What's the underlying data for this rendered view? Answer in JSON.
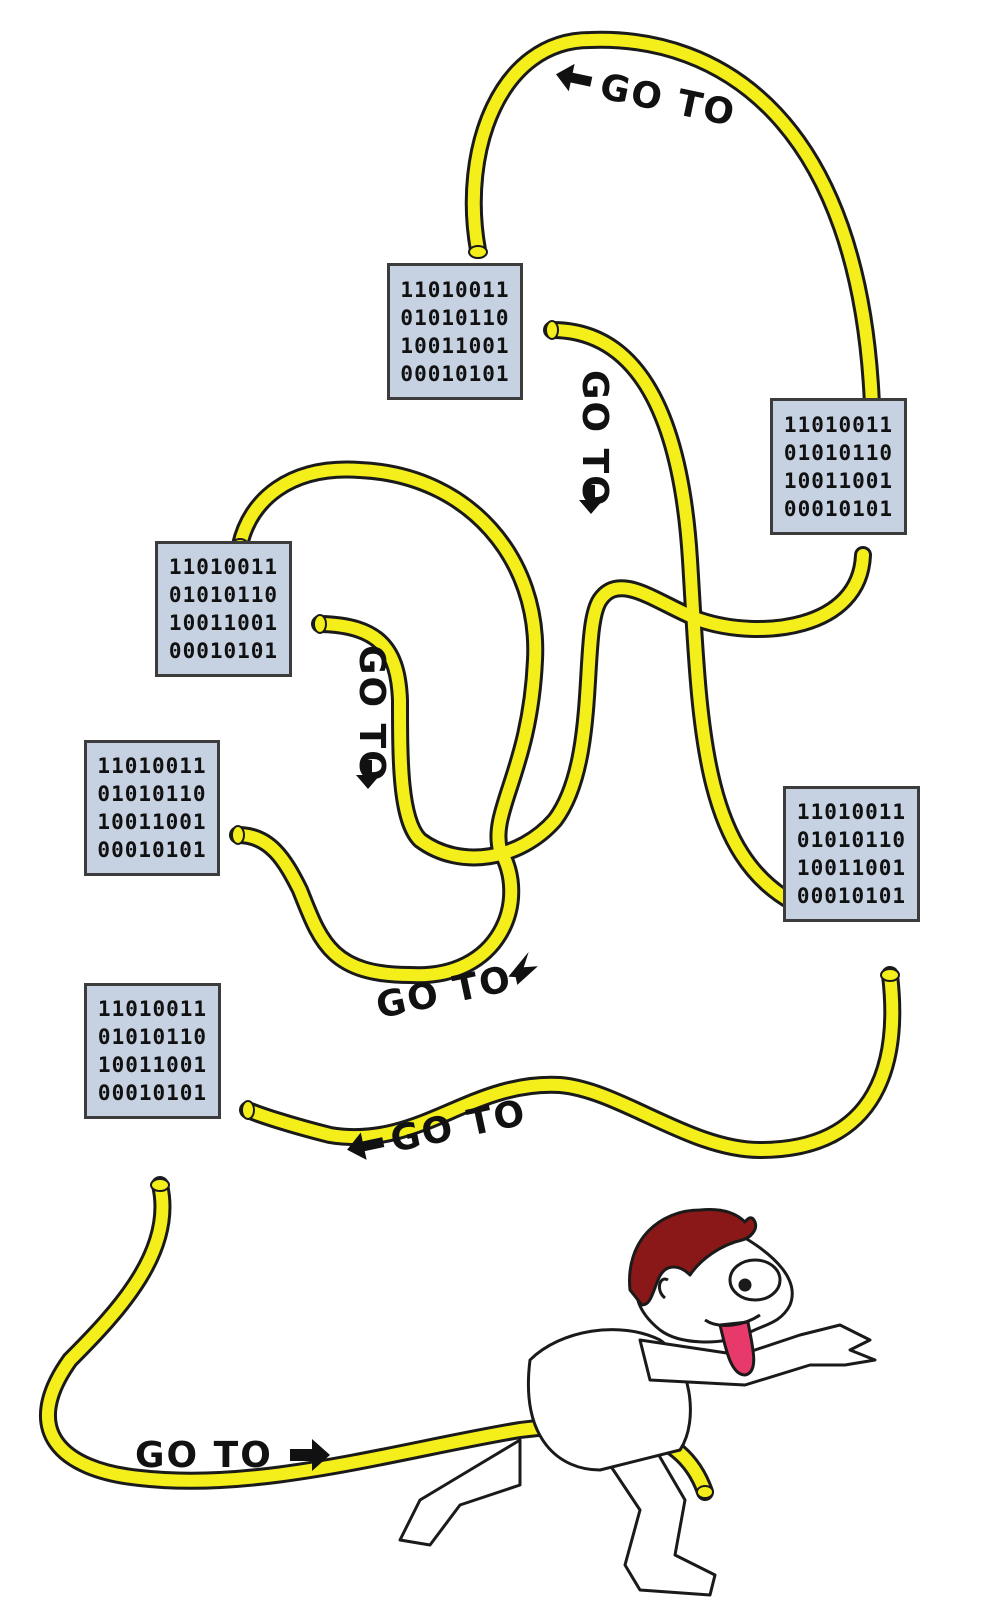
{
  "goto_label": "GO TO",
  "colors": {
    "wire": "#f4ee1a",
    "wire_outline": "#1a1a1a",
    "box_fill": "#c6d1e2",
    "hair": "#8b1818",
    "tongue": "#e83a6a"
  },
  "code_boxes": [
    [
      "11010011",
      "01010110",
      "10011001",
      "00010101"
    ],
    [
      "11010011",
      "01010110",
      "10011001",
      "00010101"
    ],
    [
      "11010011",
      "01010110",
      "10011001",
      "00010101"
    ],
    [
      "11010011",
      "01010110",
      "10011001",
      "00010101"
    ],
    [
      "11010011",
      "01010110",
      "10011001",
      "00010101"
    ],
    [
      "11010011",
      "01010110",
      "10011001",
      "00010101"
    ]
  ]
}
